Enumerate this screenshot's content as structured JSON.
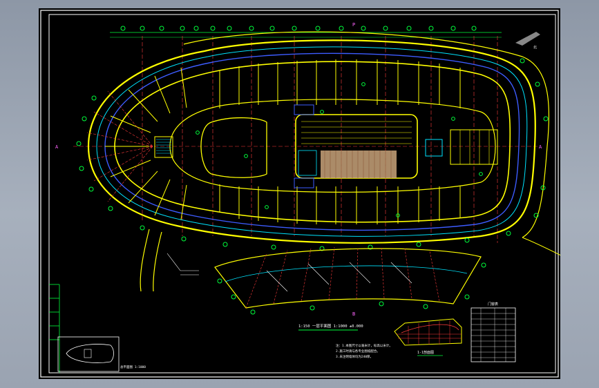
{
  "drawing": {
    "plan_caption": "1:150 一层平面图 1:1000 ±0.000",
    "north_label": "北",
    "key_plan_caption": "总平面图 1:1000",
    "section_caption": "1-1剖面图",
    "table_title": "门窗表",
    "notes": [
      "注：1.本图尺寸以毫米计，标高以米计。",
      "2.施工时请与各专业图纸配合。",
      "3.未注明墙体均为240厚。"
    ],
    "axis_marks": {
      "top": "P",
      "left": "A",
      "right": "A",
      "bottom": "B"
    }
  },
  "colors": {
    "background": "#000000",
    "frame": "#ffffff",
    "wall": "#ffff00",
    "axis": "#ff3b3b",
    "dimension": "#00ff3c",
    "glass": "#00e5ff",
    "blue": "#3d5cff",
    "seating": "#c9a37a"
  }
}
